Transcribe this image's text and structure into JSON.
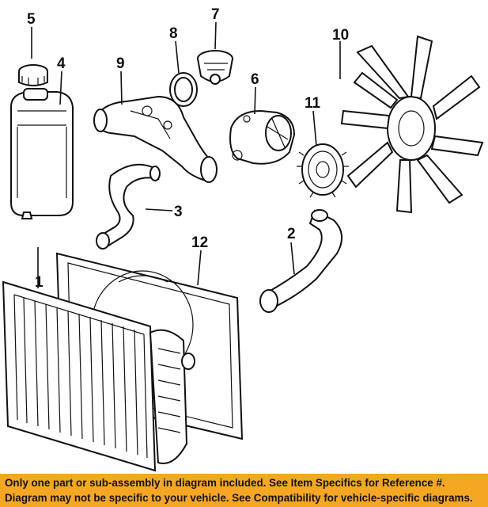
{
  "callouts": [
    "1",
    "2",
    "3",
    "4",
    "5",
    "6",
    "7",
    "8",
    "9",
    "10",
    "11",
    "12"
  ],
  "banner": {
    "line1": "Only one part or sub-assembly in diagram included. See Item Specifics for Reference #.",
    "line2": "Diagram may not be specific to your vehicle. See Compatibility for vehicle-specific diagrams."
  },
  "colors": {
    "banner": "#f5a623",
    "ink": "#111111"
  }
}
